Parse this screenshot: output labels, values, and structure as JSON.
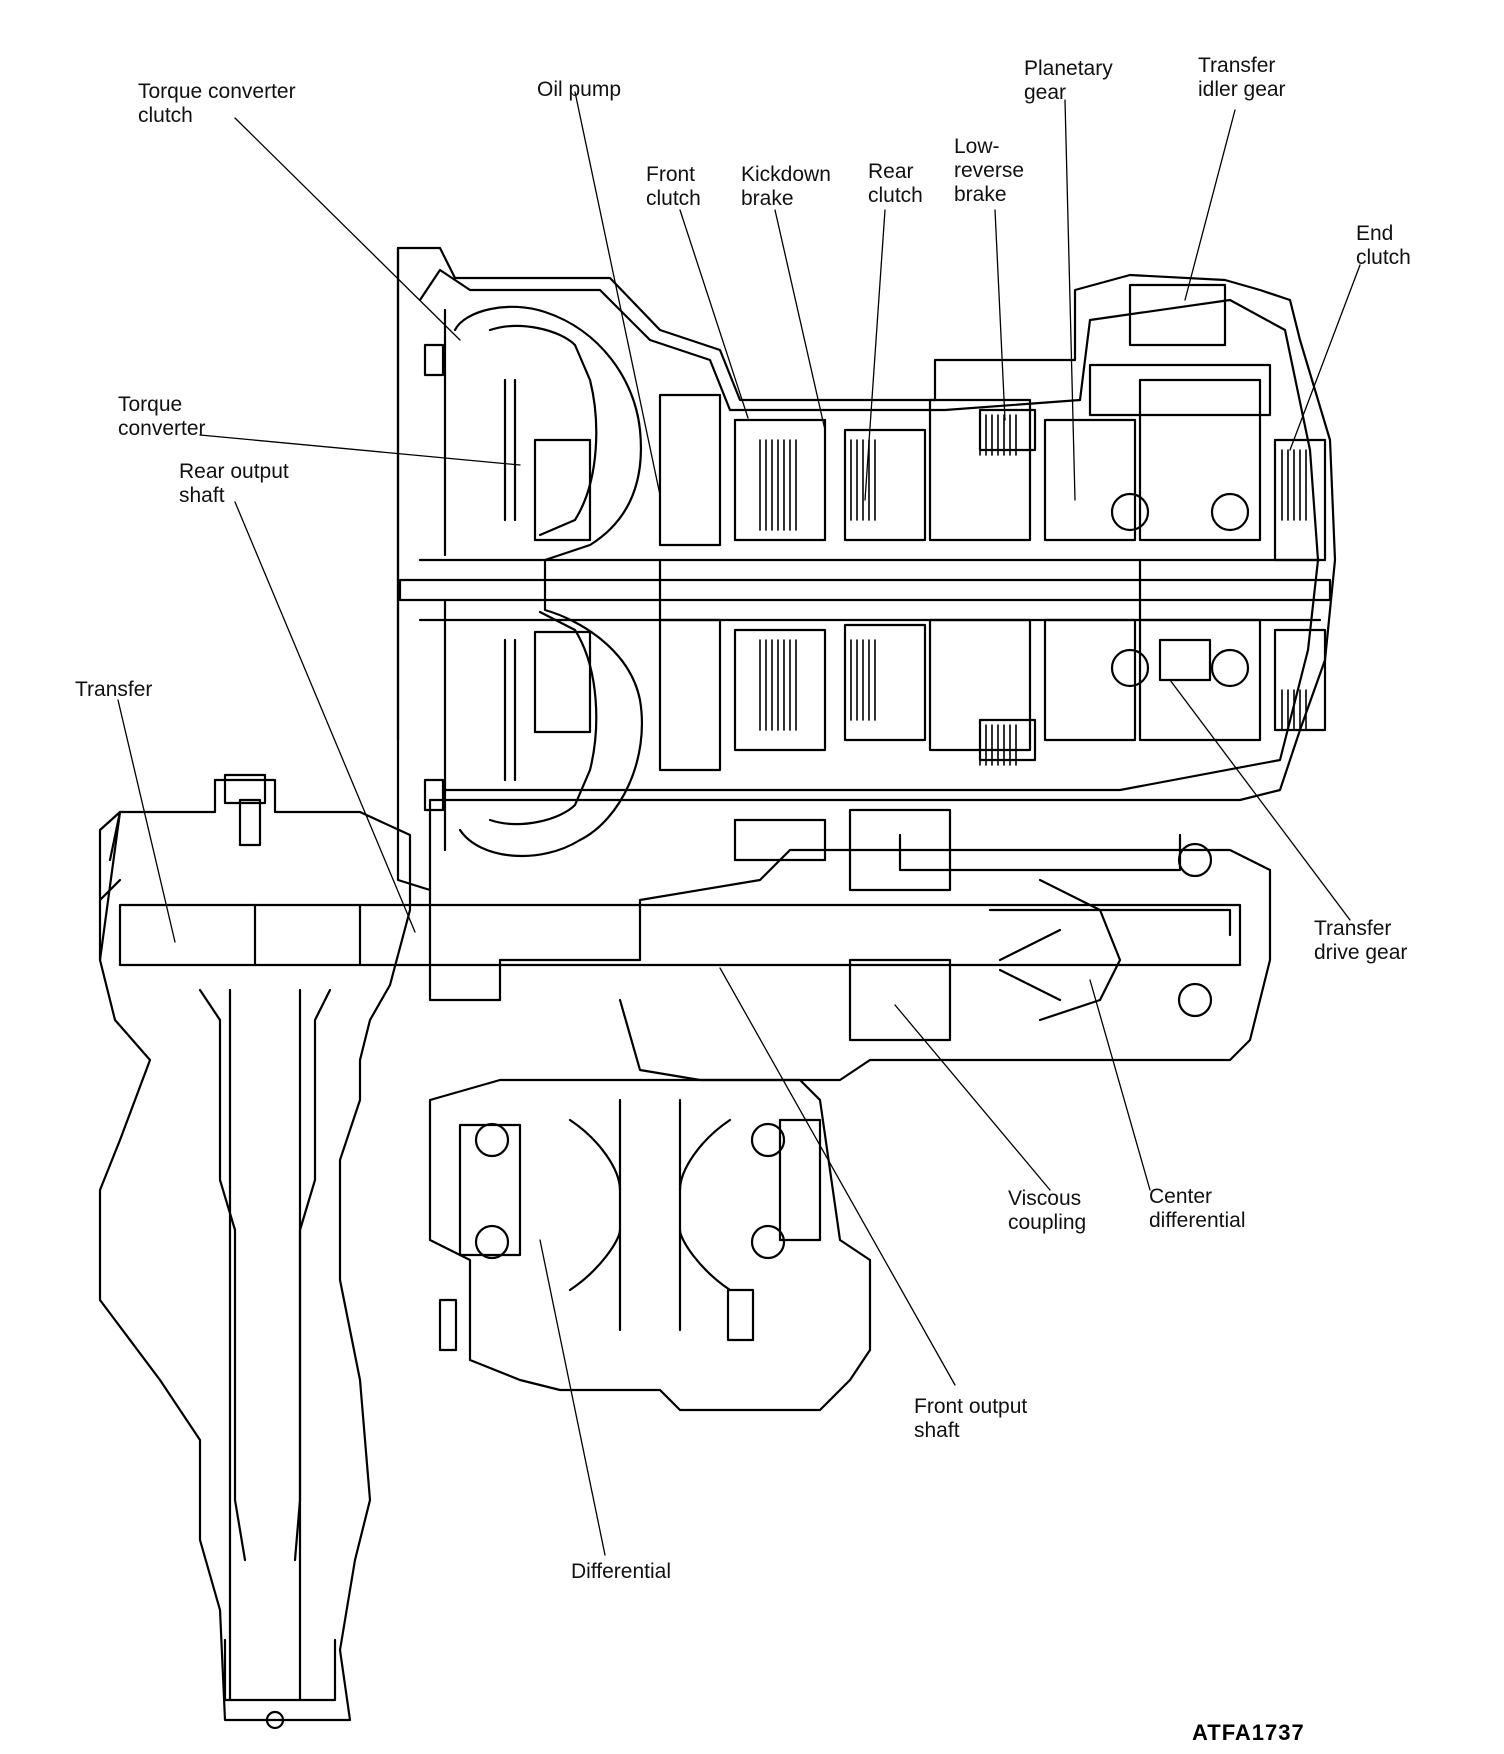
{
  "labels": {
    "torque_converter_clutch": [
      "Torque converter",
      "clutch"
    ],
    "oil_pump": [
      "Oil pump"
    ],
    "front_clutch": [
      "Front",
      "clutch"
    ],
    "kickdown_brake": [
      "Kickdown",
      "brake"
    ],
    "rear_clutch": [
      "Rear",
      "clutch"
    ],
    "low_reverse_brake": [
      "Low-",
      "reverse",
      "brake"
    ],
    "planetary_gear": [
      "Planetary",
      "gear"
    ],
    "transfer_idler_gear": [
      "Transfer",
      "idler gear"
    ],
    "end_clutch": [
      "End",
      "clutch"
    ],
    "torque_converter": [
      "Torque",
      "converter"
    ],
    "rear_output_shaft": [
      "Rear output",
      "shaft"
    ],
    "transfer": [
      "Transfer"
    ],
    "transfer_drive_gear": [
      "Transfer",
      "drive gear"
    ],
    "viscous_coupling": [
      "Viscous",
      "coupling"
    ],
    "center_differential": [
      "Center",
      "differential"
    ],
    "front_output_shaft": [
      "Front output",
      "shaft"
    ],
    "differential": [
      "Differential"
    ]
  },
  "figure_code": "ATFA1737"
}
